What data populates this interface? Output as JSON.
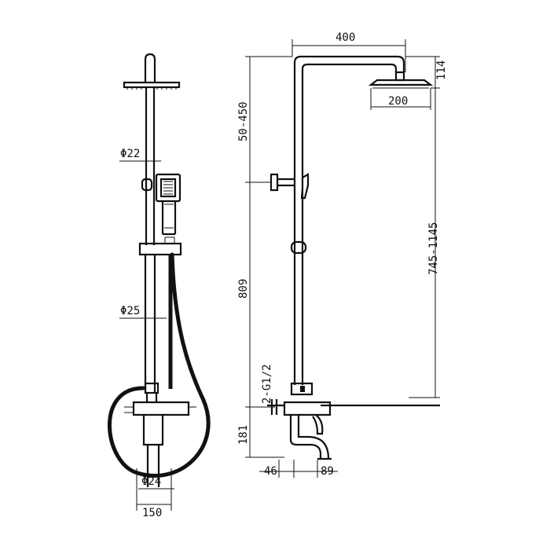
{
  "front_view": {
    "labels": {
      "riser_diameter": "Φ22",
      "slide_bar_diameter": "Φ25",
      "mixer_pipe_diameter": "Φ24",
      "base_width": "150"
    }
  },
  "side_view": {
    "labels": {
      "arm_length": "400",
      "head_height": "114",
      "head_diameter": "200",
      "adjustment_range": "50-450",
      "slide_height": "809",
      "total_range": "745-1145",
      "inlet_thread": "2-G1/2",
      "mixer_height": "181",
      "offset_left": "46",
      "offset_right": "89"
    }
  }
}
